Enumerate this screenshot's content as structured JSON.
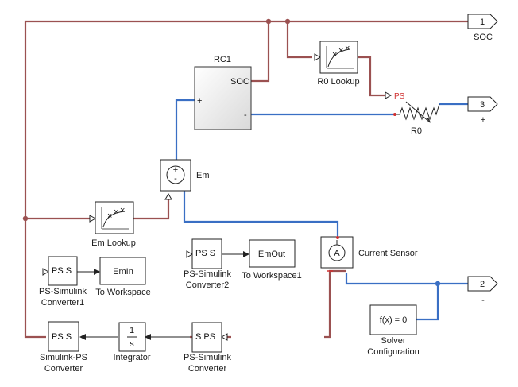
{
  "blocks": {
    "rc1": {
      "title": "RC1",
      "port_soc": "SOC",
      "port_plus": "+",
      "port_minus": "-"
    },
    "r0_lookup": {
      "label": "R0 Lookup"
    },
    "r0": {
      "label": "R0",
      "ps_tag": "PS"
    },
    "em": {
      "label": "Em"
    },
    "em_lookup": {
      "label": "Em Lookup"
    },
    "current_sensor": {
      "label": "Current Sensor"
    },
    "ps_simulink_1": {
      "inner": "PS S",
      "label1": "PS-Simulink",
      "label2": "Converter1"
    },
    "to_workspace": {
      "inner": "EmIn",
      "label": "To Workspace"
    },
    "ps_simulink_2": {
      "inner": "PS S",
      "label1": "PS-Simulink",
      "label2": "Converter2"
    },
    "to_workspace1": {
      "inner": "EmOut",
      "label": "To Workspace1"
    },
    "simulink_ps": {
      "inner": "PS S",
      "label1": "Simulink-PS",
      "label2": "Converter"
    },
    "integrator": {
      "num": "1",
      "den": "s",
      "label": "Integrator"
    },
    "ps_simulink": {
      "inner": "S PS",
      "label1": "PS-Simulink",
      "label2": "Converter"
    },
    "solver": {
      "inner": "f(x) = 0",
      "label1": "Solver",
      "label2": "Configuration"
    }
  },
  "ports": {
    "soc": {
      "number": "1",
      "label": "SOC"
    },
    "plus": {
      "number": "3",
      "label": "+"
    },
    "minus": {
      "number": "2",
      "label": "-"
    }
  },
  "colors": {
    "physical_wire": "#9b5151",
    "electrical_wire": "#3a6fc4",
    "signal_wire": "#222222",
    "ps_tag": "#d03030"
  }
}
